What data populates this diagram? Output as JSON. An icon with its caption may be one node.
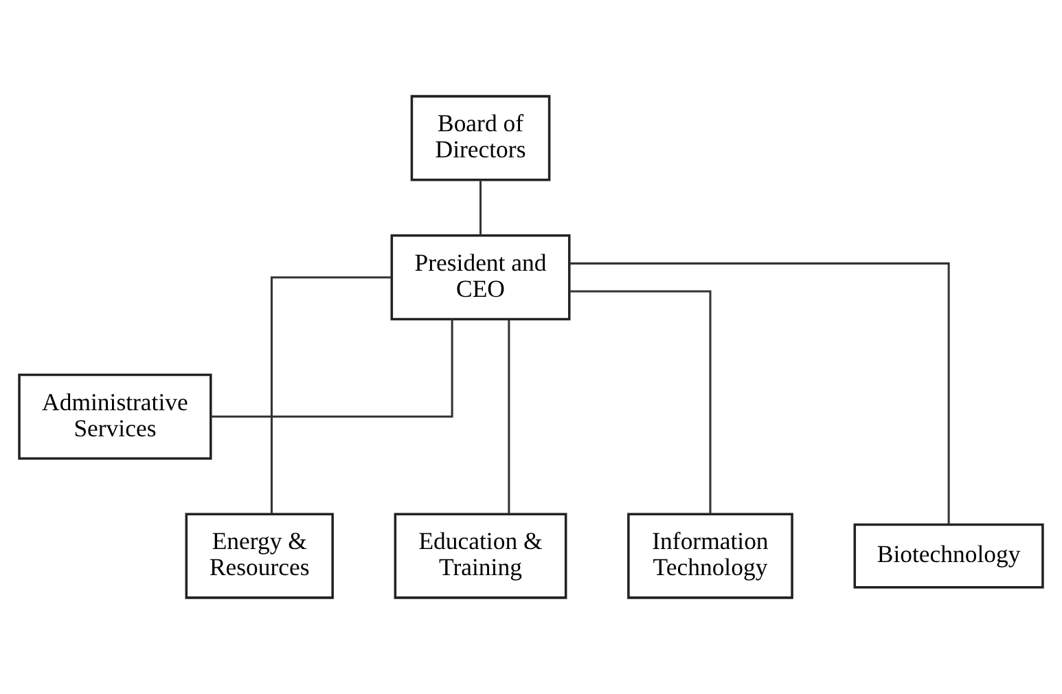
{
  "diagram": {
    "nodes": [
      {
        "text": [
          "Board of Directors"
        ]
      },
      {
        "text": [
          "President and CEO"
        ]
      },
      {
        "text": [
          "Administrative Services"
        ]
      },
      {
        "text": [
          "Energy & Resources"
        ]
      },
      {
        "text": [
          "Education & Training"
        ]
      },
      {
        "text": [
          "Information Technology"
        ]
      },
      {
        "text": [
          "Biotechnology"
        ]
      }
    ],
    "edges": [
      {
        "from": 0,
        "to": 1,
        "arrow": "none"
      },
      {
        "from": 1,
        "to": 2,
        "arrow": "none"
      },
      {
        "from": 1,
        "to": 3,
        "arrow": "none"
      },
      {
        "from": 1,
        "to": 4,
        "arrow": "none"
      },
      {
        "from": 1,
        "to": 5,
        "arrow": "none"
      },
      {
        "from": 1,
        "to": 6,
        "arrow": "none"
      }
    ]
  }
}
